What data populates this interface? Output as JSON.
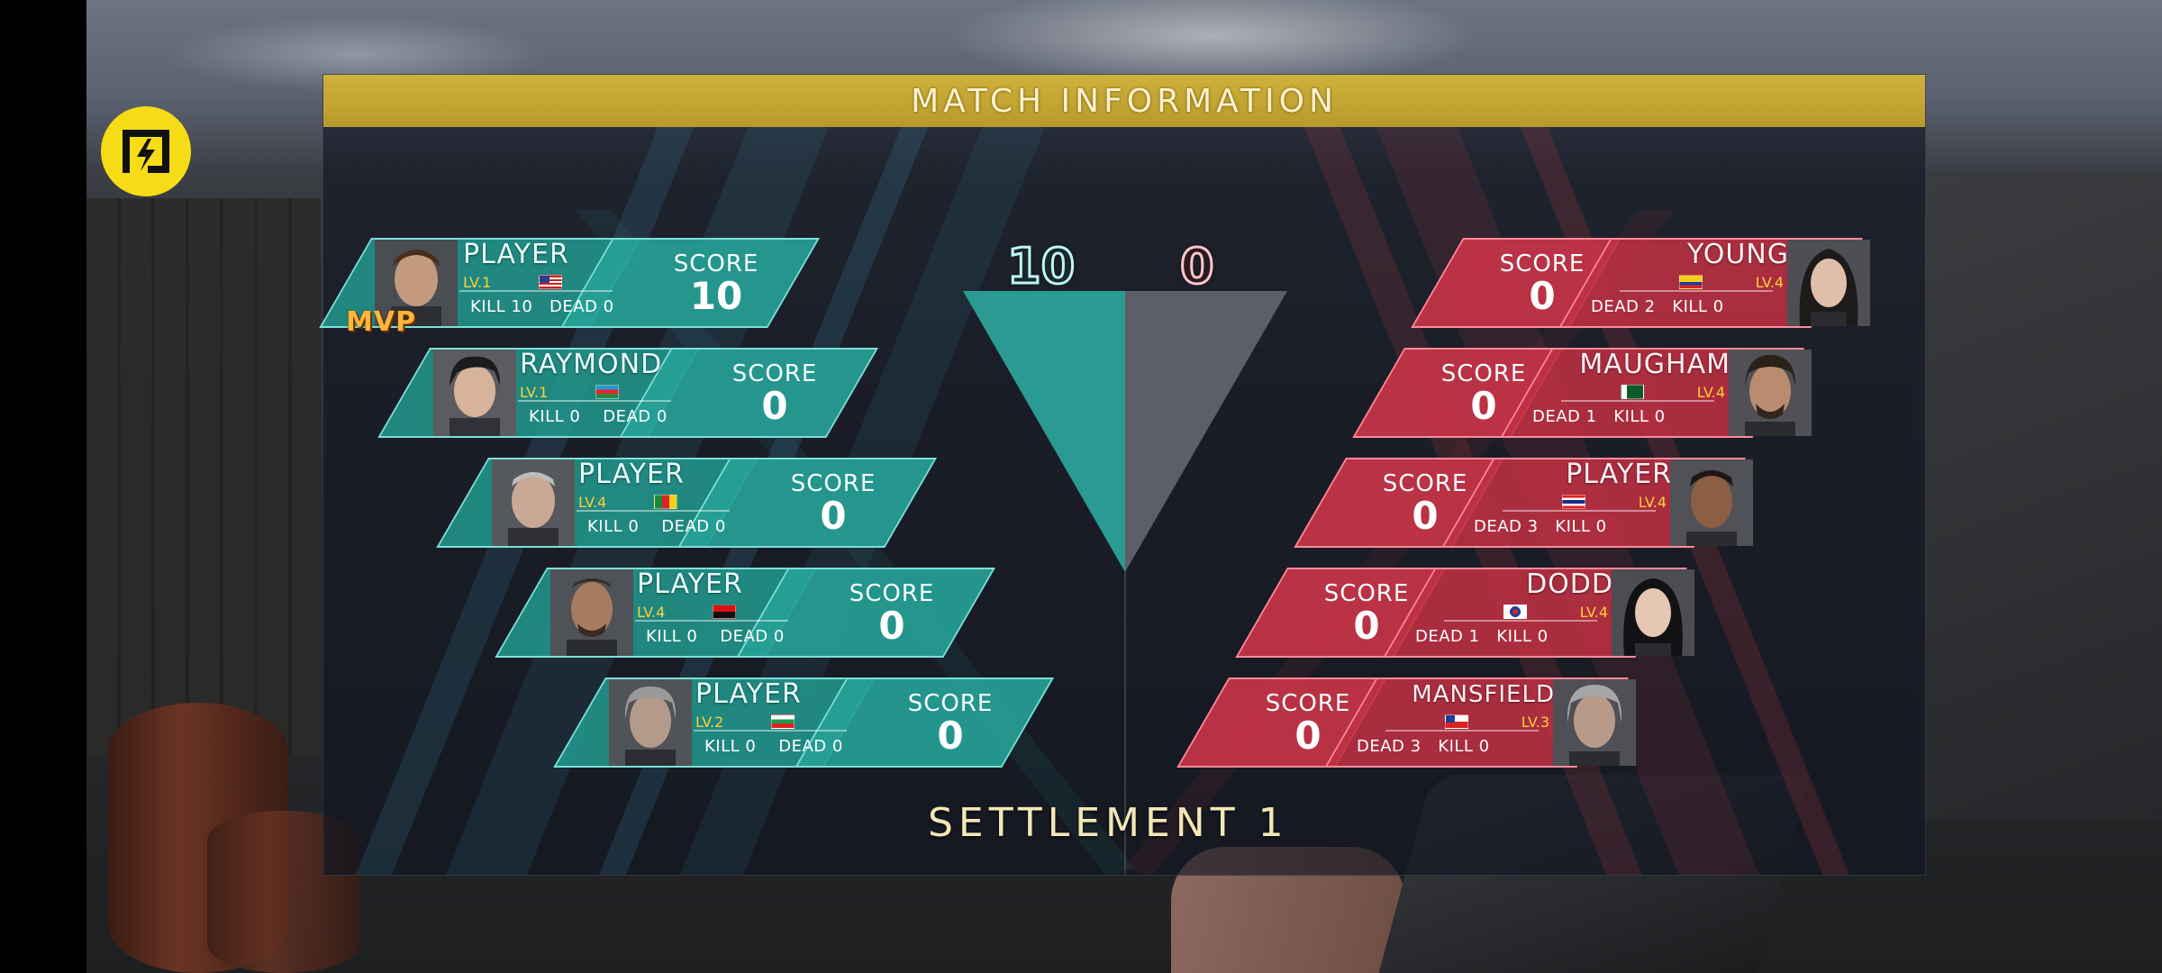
{
  "header": {
    "title": "MATCH INFORMATION"
  },
  "totals": {
    "team_a": "10",
    "team_b": "0"
  },
  "footer": {
    "settlement": "SETTLEMENT 1"
  },
  "mvp_label": "MVP",
  "score_label": "SCORE",
  "colors": {
    "team_a": "#22968c",
    "team_b": "#be3042",
    "header": "#c9ab34",
    "level": "#ffcf3a"
  },
  "team_a": [
    {
      "name": "PLAYER",
      "level": "LV.1",
      "flag": "flag-usa",
      "kill": "KILL 10",
      "dead": "DEAD 0",
      "score": "10"
    },
    {
      "name": "RAYMOND",
      "level": "LV.1",
      "flag": "flag-azerbaijan",
      "kill": "KILL 0",
      "dead": "DEAD 0",
      "score": "0"
    },
    {
      "name": "PLAYER",
      "level": "LV.4",
      "flag": "flag-cameroon",
      "kill": "KILL 0",
      "dead": "DEAD 0",
      "score": "0"
    },
    {
      "name": "PLAYER",
      "level": "LV.4",
      "flag": "flag-angola",
      "kill": "KILL 0",
      "dead": "DEAD 0",
      "score": "0"
    },
    {
      "name": "PLAYER",
      "level": "LV.2",
      "flag": "flag-bulgaria",
      "kill": "KILL 0",
      "dead": "DEAD 0",
      "score": "0"
    }
  ],
  "team_b": [
    {
      "name": "YOUNG",
      "level": "LV.4",
      "flag": "flag-colombia",
      "kill": "KILL 0",
      "dead": "DEAD 2",
      "score": "0"
    },
    {
      "name": "MAUGHAM",
      "level": "LV.4",
      "flag": "flag-pakistan",
      "kill": "KILL 0",
      "dead": "DEAD 1",
      "score": "0"
    },
    {
      "name": "PLAYER",
      "level": "LV.4",
      "flag": "flag-thailand",
      "kill": "KILL 0",
      "dead": "DEAD 3",
      "score": "0"
    },
    {
      "name": "DODD",
      "level": "LV.4",
      "flag": "flag-south-korea",
      "kill": "KILL 0",
      "dead": "DEAD 1",
      "score": "0"
    },
    {
      "name": "MANSFIELD",
      "level": "LV.3",
      "flag": "flag-chile",
      "kill": "KILL 0",
      "dead": "DEAD 3",
      "score": "0"
    }
  ]
}
